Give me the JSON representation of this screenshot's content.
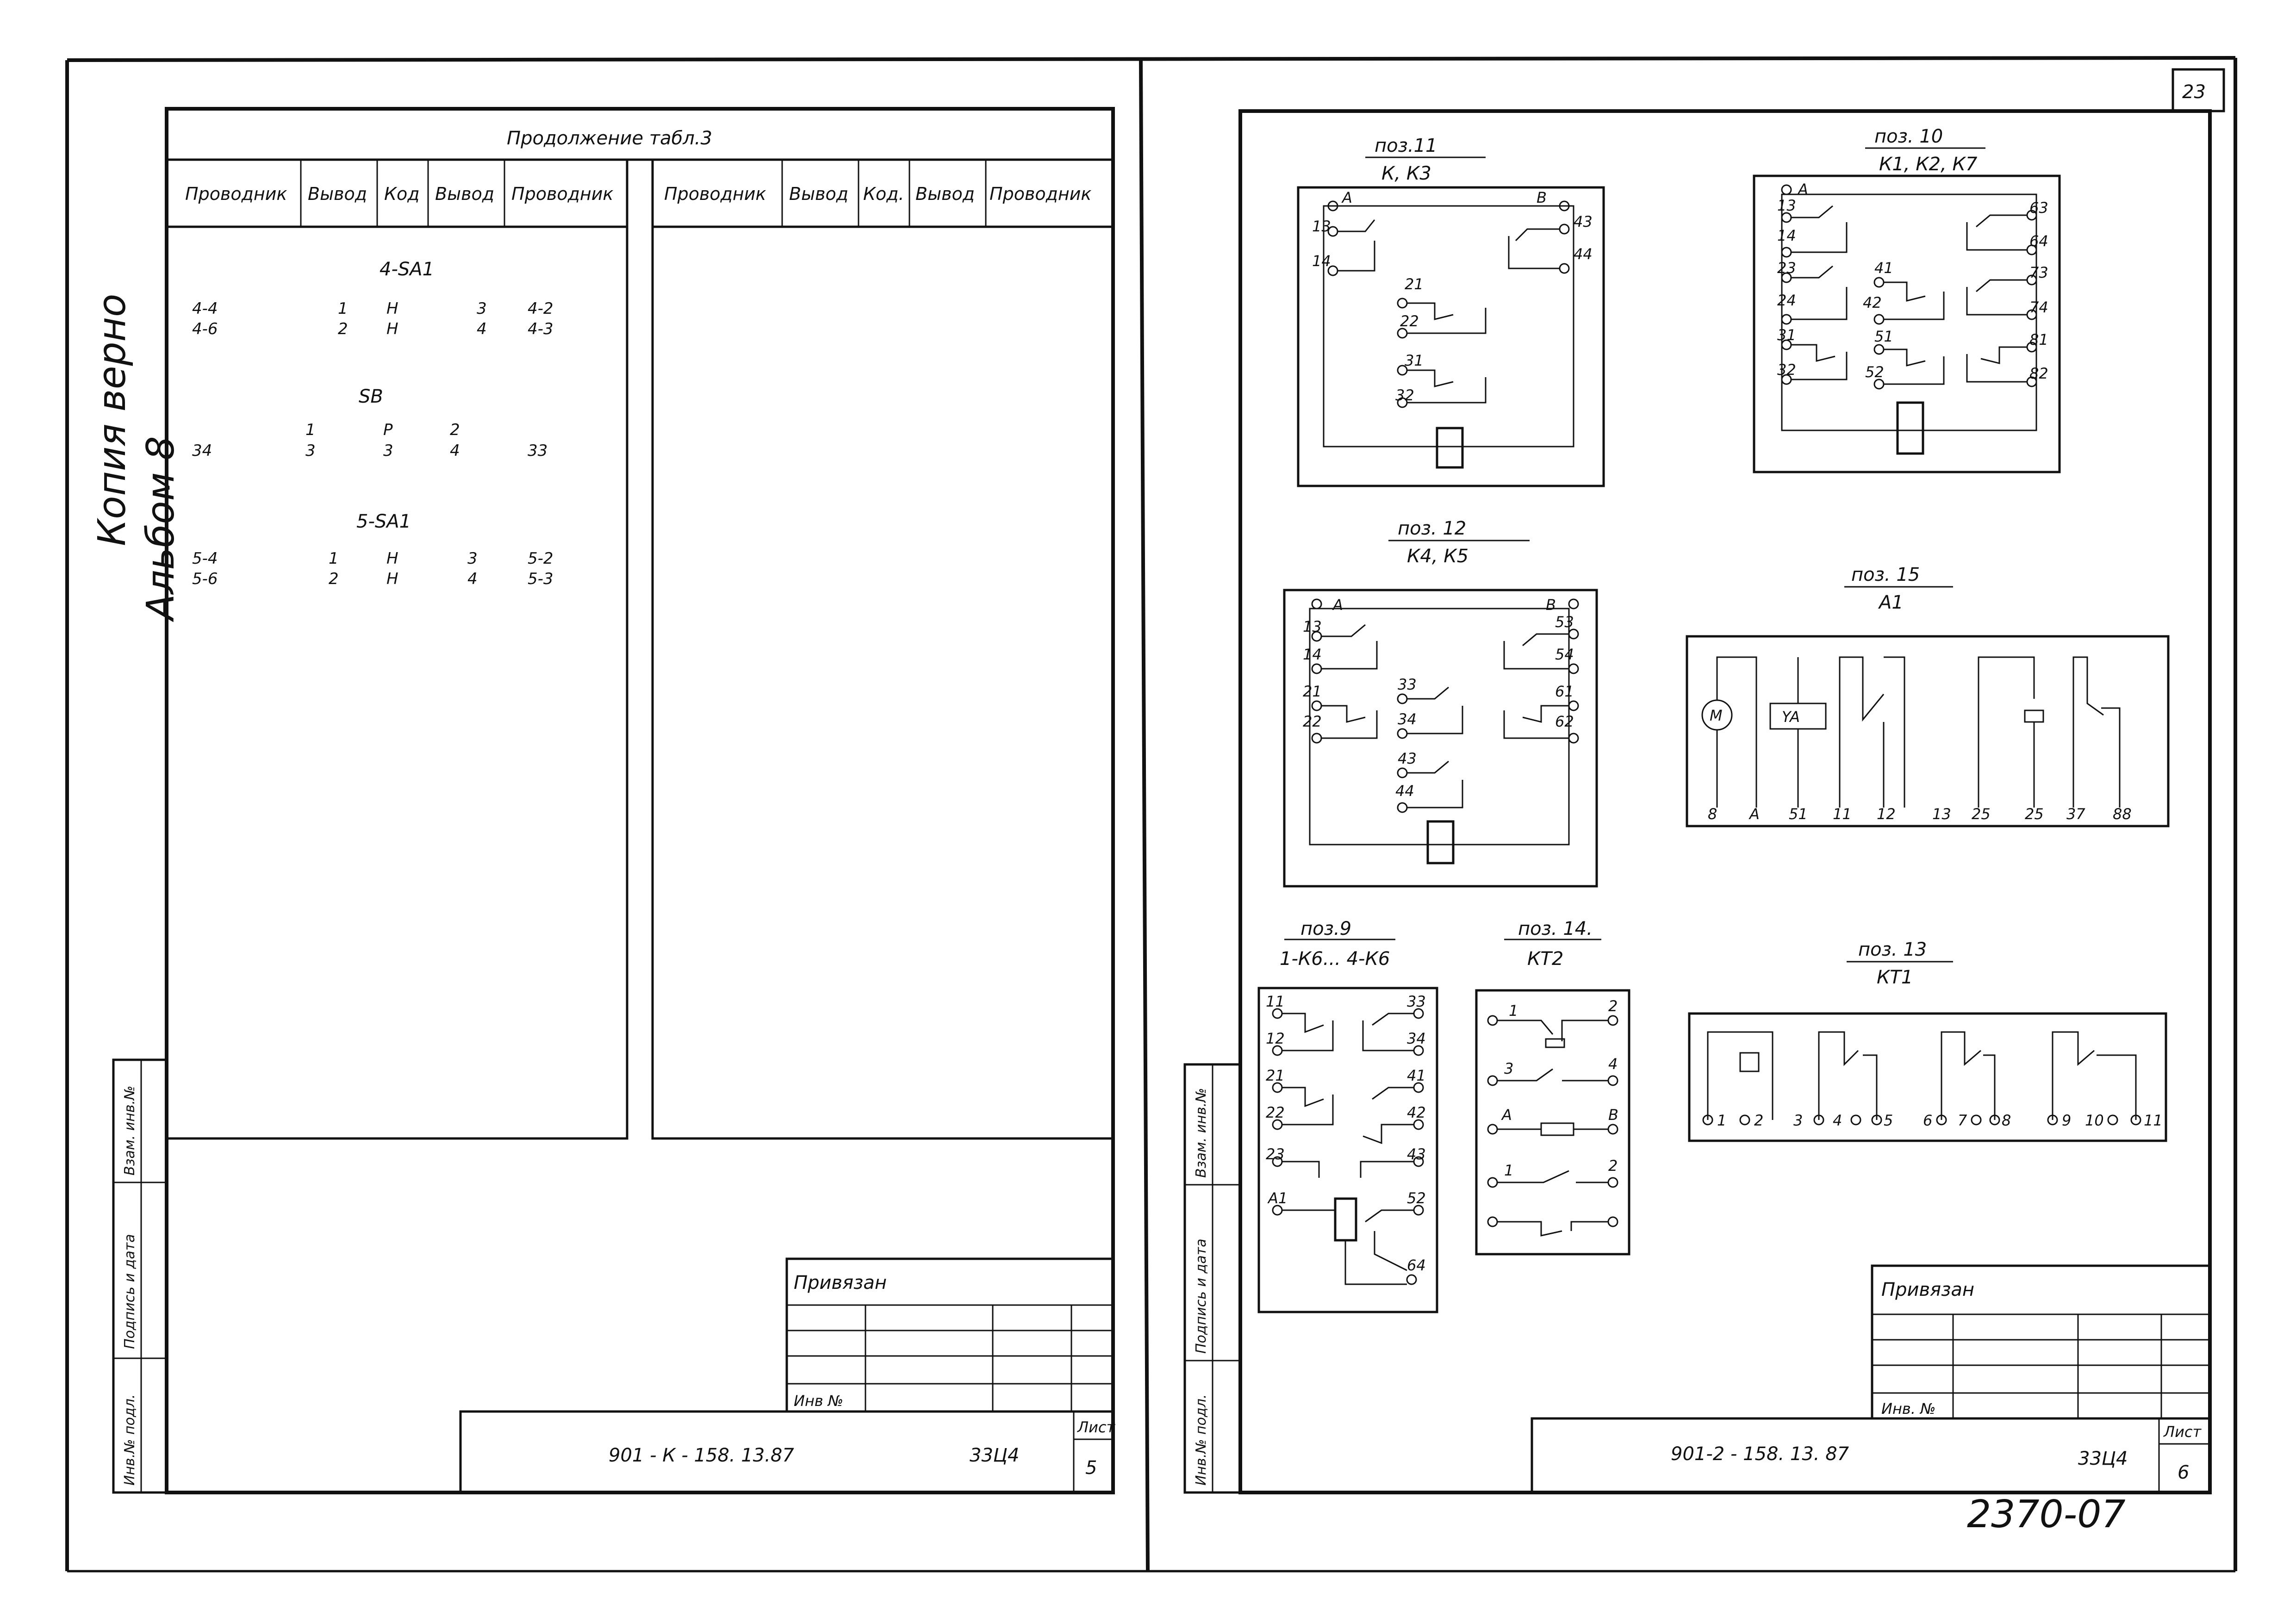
{
  "page": {
    "sheet_number_top": "23",
    "bottom_note": "2370-07",
    "handwritten_note_line1": "Копия верно",
    "handwritten_note_line2": "Альбом 8"
  },
  "left_sheet": {
    "table_title": "Продолжение табл.3",
    "columns": [
      "Проводник",
      "Вывод",
      "Код",
      "Вывод",
      "Проводник"
    ],
    "columns_right": [
      "Проводник",
      "Вывод",
      "Код.",
      "Вывод",
      "Проводник"
    ],
    "groups": [
      {
        "label": "4-SA1",
        "rows": [
          {
            "c1": "4-4",
            "c2": "1",
            "c3": "Н",
            "c4": "3",
            "c5": "4-2"
          },
          {
            "c1": "4-6",
            "c2": "2",
            "c3": "Н",
            "c4": "4",
            "c5": "4-3"
          }
        ]
      },
      {
        "label": "SB",
        "rows": [
          {
            "c1": "",
            "c2": "1",
            "c3": "Р",
            "c4": "2",
            "c5": ""
          },
          {
            "c1": "34",
            "c2": "3",
            "c3": "3",
            "c4": "4",
            "c5": "33"
          }
        ]
      },
      {
        "label": "5-SA1",
        "rows": [
          {
            "c1": "5-4",
            "c2": "1",
            "c3": "Н",
            "c4": "3",
            "c5": "5-2"
          },
          {
            "c1": "5-6",
            "c2": "2",
            "c3": "Н",
            "c4": "4",
            "c5": "5-3"
          }
        ]
      }
    ],
    "side_labels": [
      "Взам. инв.№",
      "Подпись и дата",
      "Инв.№ подл."
    ],
    "stamp": {
      "privyazan": "Привязан",
      "inv": "Инв №",
      "doc_code": "901 - К - 158. 13.87",
      "part": "33Ц4",
      "list_label": "Лист",
      "list_number": "5"
    }
  },
  "right_sheet": {
    "side_labels": [
      "Взам. инв.№",
      "Подпись и дата",
      "Инв.№ подл."
    ],
    "diagrams": [
      {
        "pos": "поз.11",
        "devices": "К, К3",
        "terminals": [
          "А",
          "В",
          "13",
          "14",
          "43",
          "44",
          "21",
          "22",
          "31",
          "32"
        ]
      },
      {
        "pos": "поз. 10",
        "devices": "К1, К2, К7",
        "terminals": [
          "А",
          "13",
          "14",
          "23",
          "24",
          "31",
          "32",
          "41",
          "42",
          "51",
          "52",
          "63",
          "64",
          "73",
          "74",
          "81",
          "82"
        ]
      },
      {
        "pos": "поз. 12",
        "devices": "К4, К5",
        "terminals": [
          "А",
          "В",
          "13",
          "14",
          "21",
          "22",
          "33",
          "34",
          "43",
          "44",
          "53",
          "54",
          "61",
          "62"
        ]
      },
      {
        "pos": "поз. 15",
        "devices": "А1",
        "labels": [
          "М",
          "YA"
        ],
        "terminals": [
          "8",
          "А",
          "51",
          "11",
          "12",
          "13",
          "25",
          "25",
          "37",
          "88"
        ]
      },
      {
        "pos": "поз.9",
        "devices": "1-К6... 4-К6",
        "terminals": [
          "11",
          "12",
          "21",
          "22",
          "23",
          "А1",
          "33",
          "34",
          "41",
          "42",
          "43",
          "52",
          "64"
        ]
      },
      {
        "pos": "поз. 14.",
        "devices": "КТ2",
        "terminals": [
          "1",
          "2",
          "3",
          "4",
          "А",
          "В",
          "1",
          "2"
        ]
      },
      {
        "pos": "поз. 13",
        "devices": "КТ1",
        "terminals": [
          "1",
          "2",
          "3",
          "4",
          "5",
          "6",
          "7",
          "8",
          "9",
          "10",
          "11"
        ]
      }
    ],
    "stamp": {
      "privyazan": "Привязан",
      "inv": "Инв. №",
      "doc_code": "901-2 - 158. 13. 87",
      "part": "33Ц4",
      "list_label": "Лист",
      "list_number": "6"
    }
  }
}
